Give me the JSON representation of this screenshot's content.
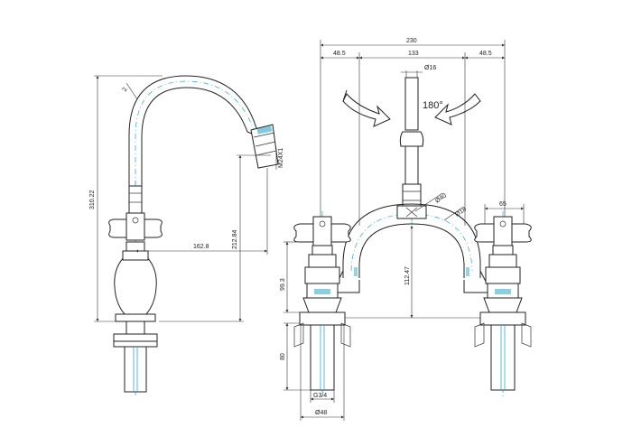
{
  "dimensions": {
    "overall_width": "230",
    "side_left": "48.5",
    "centre_span": "133",
    "side_right": "48.5",
    "spout_dia": "Ø16",
    "rotation": "180°",
    "height_total": "310.22",
    "spout_height": "212.84",
    "spout_reach": "162.8",
    "thread": "M24X1",
    "pipe_dia_40": "Ø40",
    "pipe_dia_18": "Ø18",
    "handle_width": "65",
    "handle_height": "99.3",
    "bridge_height": "112.47",
    "tail_length": "80",
    "tail_thread": "G3/4",
    "base_dia": "Ø48",
    "small_mark": "2"
  },
  "colors": {
    "line": "#222222",
    "centerline": "#2aa7c9"
  }
}
